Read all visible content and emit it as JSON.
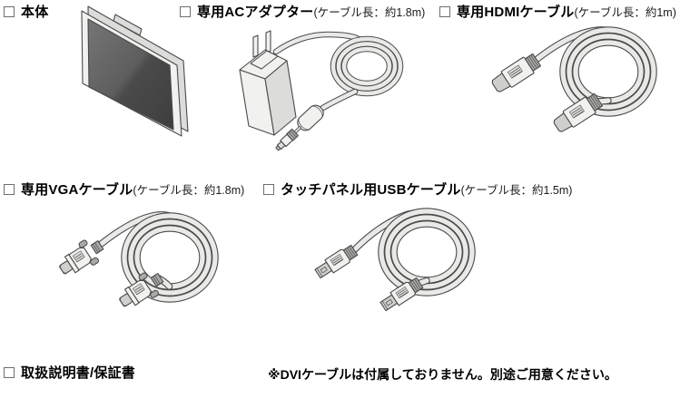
{
  "items": [
    {
      "id": "main-unit",
      "name": "本体",
      "detail": ""
    },
    {
      "id": "ac-adapter",
      "name": "専用ACアダプター",
      "detail": "(ケーブル長：約1.8m)"
    },
    {
      "id": "hdmi-cable",
      "name": "専用HDMIケーブル",
      "detail": "(ケーブル長：約1m)"
    },
    {
      "id": "vga-cable",
      "name": "専用VGAケーブル",
      "detail": "(ケーブル長：約1.8m)"
    },
    {
      "id": "usb-cable",
      "name": "タッチパネル用USBケーブル",
      "detail": "(ケーブル長：約1.5m)"
    },
    {
      "id": "manual",
      "name": "取扱説明書/保証書",
      "detail": ""
    }
  ],
  "note": {
    "text": "※DVIケーブルは付属しておりません。別途ご用意ください。"
  },
  "illustrations": {
    "main_unit": "monitor-display-illustration",
    "ac_adapter": "ac-adapter-with-coiled-cable-illustration",
    "hdmi_cable": "hdmi-cable-coiled-illustration",
    "vga_cable": "vga-cable-coiled-illustration",
    "usb_cable": "usb-cable-coiled-illustration"
  },
  "colors": {
    "bg": "#ffffff",
    "text": "#000000",
    "line": "#4a4a4a",
    "cable": "#e9e9e7",
    "plastic_light": "#f1f1ef",
    "plastic_mid": "#dcdcda",
    "metal": "#cfcfcd",
    "boot": "#a9a9a7",
    "screen_a": "#767676",
    "screen_b": "#3e3e3e",
    "checkbox_border": "#6e6e6e"
  }
}
